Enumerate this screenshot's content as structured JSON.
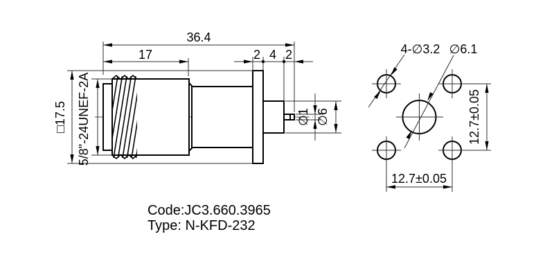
{
  "page": {
    "background": "#ffffff",
    "line_color": "#000000"
  },
  "side_view": {
    "dims": {
      "total_length": "36.4",
      "nut_length": "17",
      "flange_thickness": "2",
      "rear_length": "4",
      "pin_length": "2",
      "flange_square": "□17.5",
      "thread_spec": "5/8\"-24UNEF-2A",
      "pin_diameter": "∅1",
      "insulator_diameter": "∅6"
    }
  },
  "front_view": {
    "dims": {
      "mount_holes": "4-∅3.2",
      "center_hole": "∅6.1",
      "hole_spacing_horizontal": "12.7±0.05",
      "hole_spacing_vertical": "12.7±0.05"
    }
  },
  "notes": {
    "code": "Code:JC3.660.3965",
    "type": "Type: N-KFD-232"
  }
}
